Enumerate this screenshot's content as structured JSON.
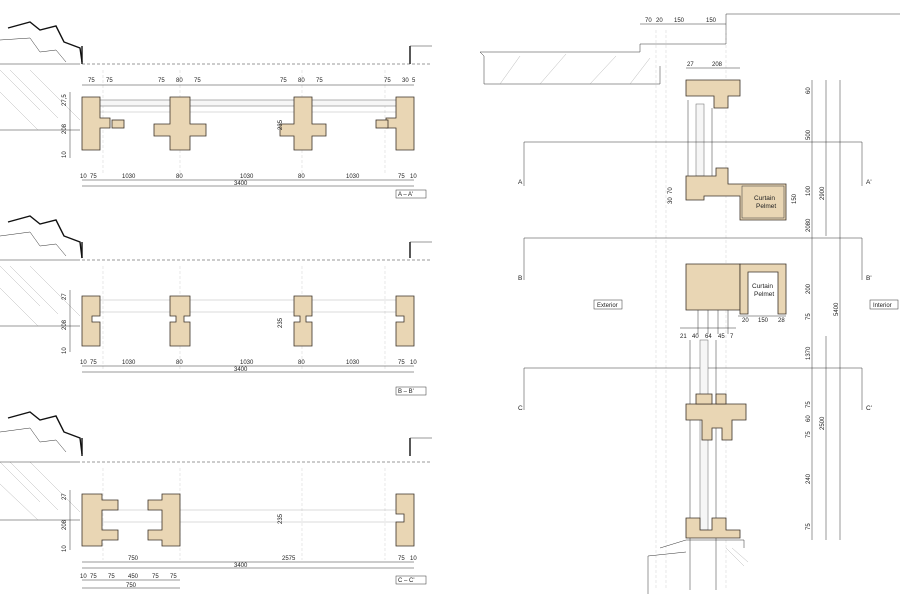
{
  "plans": {
    "aa": {
      "tag": "A – A'",
      "top_dims": [
        "75",
        "75",
        "75",
        "80",
        "75",
        "75",
        "80",
        "75",
        "75",
        "30",
        "5"
      ],
      "left_dims": [
        "27,5",
        "208",
        "10"
      ],
      "inner_dim": "235",
      "bottom_dims": [
        "10",
        "75",
        "1030",
        "80",
        "1030",
        "80",
        "1030",
        "75",
        "10"
      ],
      "total": "3400"
    },
    "bb": {
      "tag": "B – B'",
      "left_dims": [
        "27",
        "208",
        "10"
      ],
      "inner_dim": "235",
      "bottom_dims": [
        "10",
        "75",
        "1030",
        "80",
        "1030",
        "80",
        "1030",
        "75",
        "10"
      ],
      "total": "3400"
    },
    "cc": {
      "tag": "C – C'",
      "left_dims": [
        "27",
        "208",
        "10"
      ],
      "inner_dim": "235",
      "bottom_dims": [
        "750",
        "2575",
        "75",
        "10"
      ],
      "total": "3400",
      "detail_dims": [
        "10",
        "75",
        "75",
        "450",
        "75",
        "75"
      ],
      "detail_total": "750"
    }
  },
  "section": {
    "top_dims": [
      "70",
      "20",
      "150",
      "150"
    ],
    "head_dims": [
      "27",
      "208"
    ],
    "right_dims": [
      "60",
      "500",
      "100",
      "150",
      "2080",
      "200",
      "75",
      "1370",
      "75",
      "60",
      "75",
      "240",
      "75"
    ],
    "outer_dims": [
      "2900",
      "5400",
      "2500"
    ],
    "lower_dims": [
      "70",
      "30"
    ],
    "width_dims": [
      "20",
      "150",
      "28"
    ],
    "bottom_dims": [
      "21",
      "40",
      "64",
      "45",
      "7"
    ],
    "curtain": "Curtain",
    "pelmet": "Pelmet",
    "exterior": "Exterior",
    "interior": "Interior",
    "cut_labels": [
      "A",
      "A'",
      "B",
      "B'",
      "C",
      "C'"
    ]
  }
}
